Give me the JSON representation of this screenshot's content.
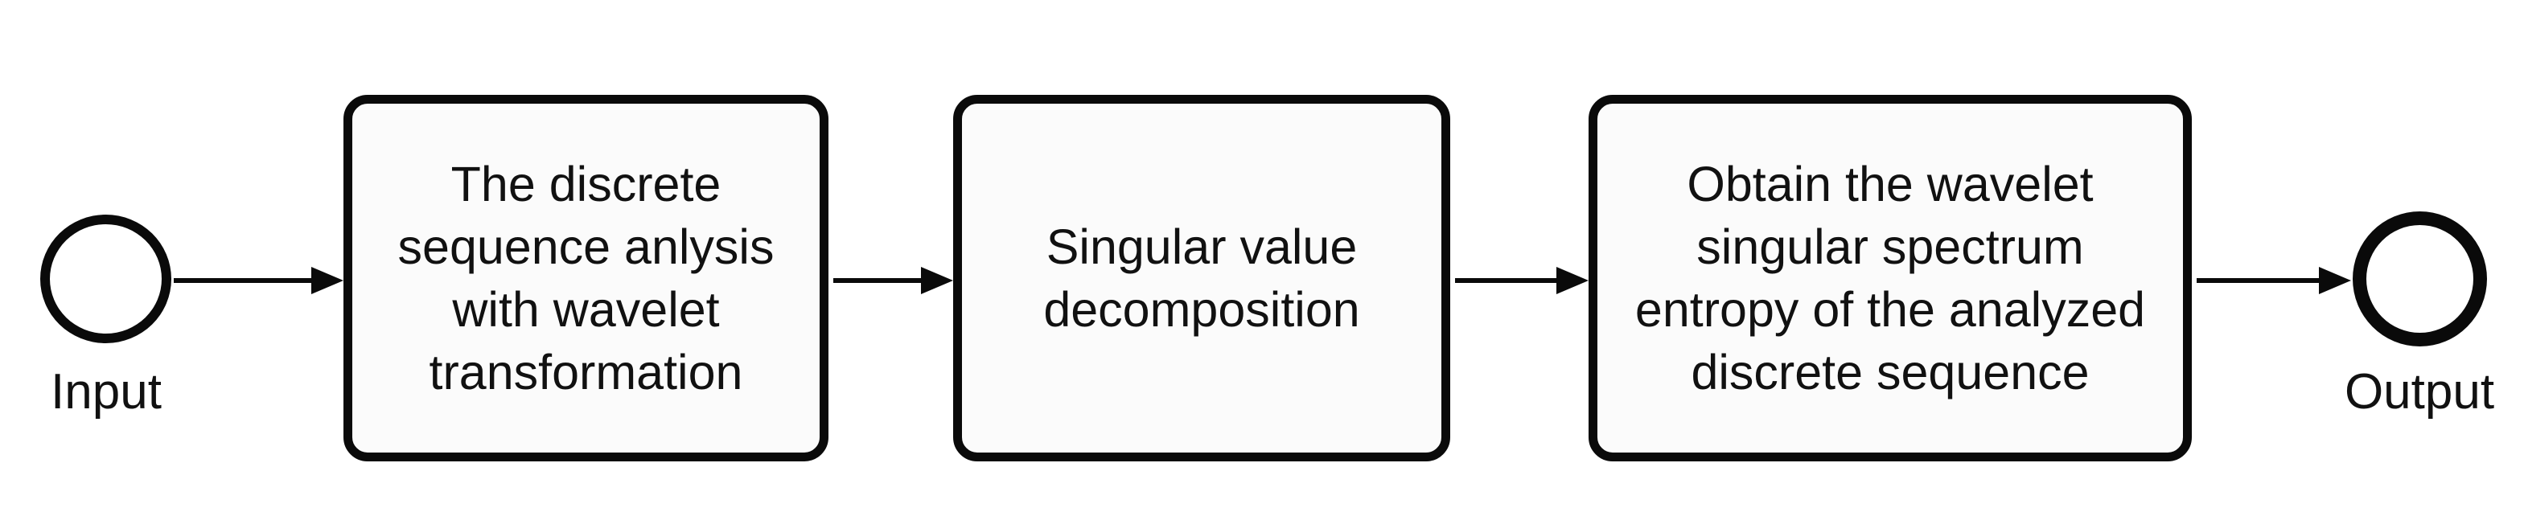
{
  "diagram": {
    "type": "flowchart",
    "colors": {
      "background": "#ffffff",
      "stroke": "#0a0a0a",
      "box_fill": "#fbfbfb",
      "text": "#111111"
    },
    "nodes": [
      {
        "id": "input",
        "kind": "start-circle",
        "label": "Input"
      },
      {
        "id": "step1",
        "kind": "process-box",
        "label": "The discrete sequence anlysis with wavelet transformation",
        "lines": [
          "The discrete",
          "sequence anlysis",
          "with wavelet",
          "transformation"
        ]
      },
      {
        "id": "step2",
        "kind": "process-box",
        "label": "Singular value decomposition",
        "lines": [
          "Singular value",
          "decomposition"
        ]
      },
      {
        "id": "step3",
        "kind": "process-box",
        "label": "Obtain the wavelet singular spectrum entropy of the analyzed discrete sequence",
        "lines": [
          "Obtain the wavelet",
          "singular spectrum",
          "entropy of the analyzed",
          "discrete sequence"
        ]
      },
      {
        "id": "output",
        "kind": "end-circle",
        "label": "Output"
      }
    ],
    "edges": [
      {
        "from": "input",
        "to": "step1"
      },
      {
        "from": "step1",
        "to": "step2"
      },
      {
        "from": "step2",
        "to": "step3"
      },
      {
        "from": "step3",
        "to": "output"
      }
    ]
  }
}
